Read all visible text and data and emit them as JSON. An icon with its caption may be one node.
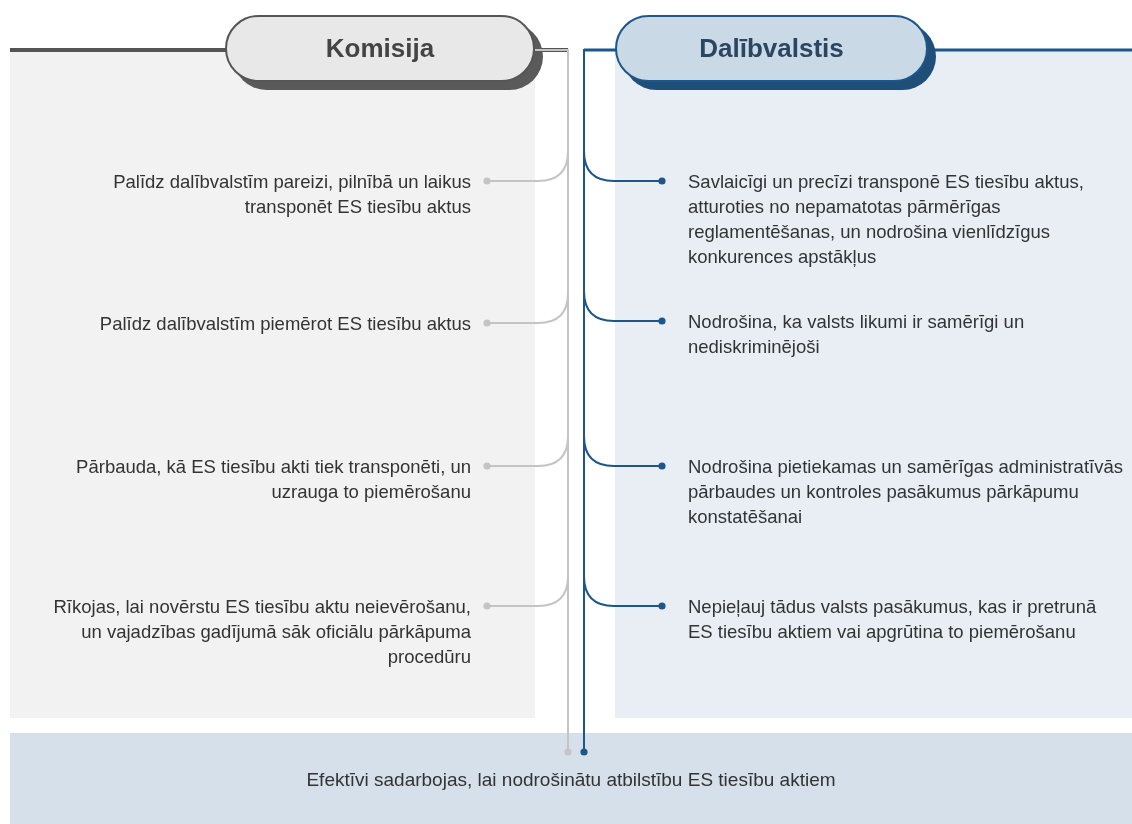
{
  "diagram": {
    "nodes": [
      {
        "text": [
          "Komisija"
        ]
      },
      {
        "text": [
          "Dalībvalstis"
        ]
      },
      {
        "text": [
          "Palīdz dalībvalstīm pareizi, pilnībā un laikus transponēt ES tiesību aktus"
        ]
      },
      {
        "text": [
          "Palīdz dalībvalstīm piemērot ES tiesību aktus"
        ]
      },
      {
        "text": [
          "Pārbauda, kā ES tiesību akti tiek transponēti, un uzrauga to piemērošanu"
        ]
      },
      {
        "text": [
          "Rīkojas, lai novērstu ES tiesību aktu neievērošanu, un vajadzības gadījumā sāk oficiālu pārkāpuma procedūru"
        ]
      },
      {
        "text": [
          "Savlaicīgi un precīzi transponē ES tiesību aktus, atturoties no nepamatotas pārmērīgas reglamentēšanas, un nodrošina vienlīdzīgus konkurences apstākļus"
        ]
      },
      {
        "text": [
          "Nodrošina, ka valsts likumi ir samērīgi un nediskriminējoši"
        ]
      },
      {
        "text": [
          "Nodrošina pietiekamas un samērīgas administratīvās pārbaudes un kontroles pasākumus pārkāpumu konstatēšanai"
        ]
      },
      {
        "text": [
          "Nepieļauj tādus valsts pasākumus, kas ir pretrunā ES tiesību aktiem vai apgrūtina to piemērošanu"
        ]
      },
      {
        "text": [
          "Efektīvi sadarbojas, lai nodrošinātu atbilstību ES tiesību aktiem"
        ]
      }
    ],
    "edges": [
      {
        "from": 0,
        "to": 2,
        "arrow": "other",
        "color": "#c4c4c4"
      },
      {
        "from": 0,
        "to": 3,
        "arrow": "other",
        "color": "#c4c4c4"
      },
      {
        "from": 0,
        "to": 4,
        "arrow": "other",
        "color": "#c4c4c4"
      },
      {
        "from": 0,
        "to": 5,
        "arrow": "other",
        "color": "#c4c4c4"
      },
      {
        "from": 0,
        "to": 10,
        "arrow": "other",
        "color": "#c4c4c4"
      },
      {
        "from": 1,
        "to": 6,
        "arrow": "other",
        "color": "#1d5689"
      },
      {
        "from": 1,
        "to": 7,
        "arrow": "other",
        "color": "#1d5689"
      },
      {
        "from": 1,
        "to": 8,
        "arrow": "other",
        "color": "#1d5689"
      },
      {
        "from": 1,
        "to": 9,
        "arrow": "other",
        "color": "#1d5689"
      },
      {
        "from": 1,
        "to": 10,
        "arrow": "other",
        "color": "#1d5689"
      }
    ]
  }
}
